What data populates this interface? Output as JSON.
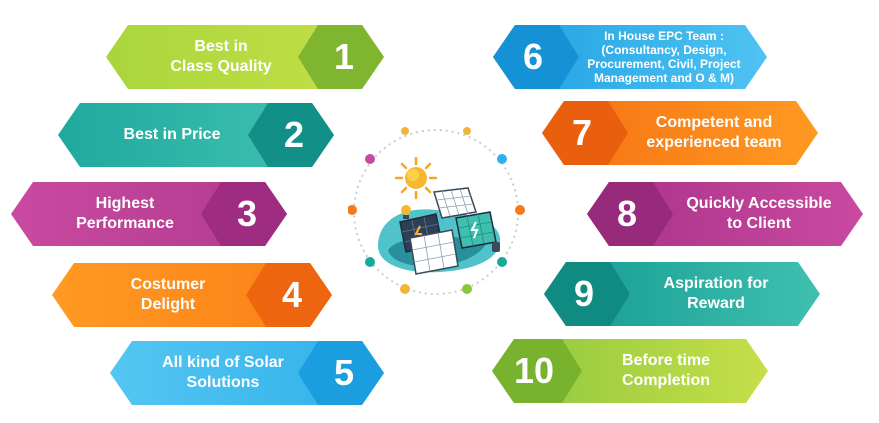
{
  "left_items": [
    {
      "number": "1",
      "label": "Best in\nClass Quality",
      "color_start": "#a6d43a",
      "color_end": "#7ab32e",
      "hex_color": "#8cc63f"
    },
    {
      "number": "2",
      "label": "Best in Price",
      "color_start": "#21b0a4",
      "color_end": "#139a91",
      "hex_color": "#1aa79c"
    },
    {
      "number": "3",
      "label": "Highest\nPerformance",
      "color_start": "#c2449a",
      "color_end": "#a52f85",
      "hex_color": "#b83a92"
    },
    {
      "number": "4",
      "label": "Costumer\nDelight",
      "color_start": "#ff8a1c",
      "color_end": "#f26b10",
      "hex_color": "#f7791a"
    },
    {
      "number": "5",
      "label": "All kind of Solar\nSolutions",
      "color_start": "#3fbdf0",
      "color_end": "#1a9ee0",
      "hex_color": "#29abe2"
    }
  ],
  "right_items": [
    {
      "number": "6",
      "label": "In House EPC Team :\n(Consultancy, Design,\nProcurement, Civil, Project\nManagement and O & M)",
      "color_start": "#1a9ee0",
      "color_end": "#3fbdf0",
      "hex_color": "#29abe2"
    },
    {
      "number": "7",
      "label": "Competent and\nexperienced team",
      "color_start": "#f26b10",
      "color_end": "#ff8a1c",
      "hex_color": "#f7791a"
    },
    {
      "number": "8",
      "label": "Quickly Accessible\nto Client",
      "color_start": "#a52f85",
      "color_end": "#c2449a",
      "hex_color": "#b83a92"
    },
    {
      "number": "9",
      "label": "Aspiration for\nReward",
      "color_start": "#139a91",
      "color_end": "#21b0a4",
      "hex_color": "#1aa79c"
    },
    {
      "number": "10",
      "label": "Before time\nCompletion",
      "color_start": "#7ab32e",
      "color_end": "#a6d43a",
      "hex_color": "#8cc63f"
    }
  ]
}
